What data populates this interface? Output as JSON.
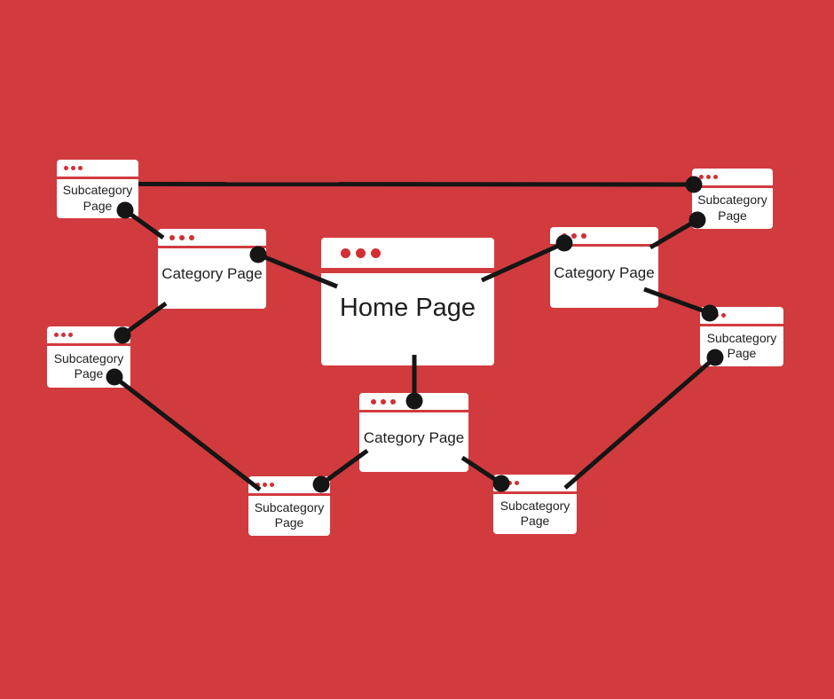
{
  "diagram": {
    "title": "Website sitemap diagram",
    "background_color": "#d13b3e",
    "box_color": "#ffffff",
    "window_dot_color": "#d22f34",
    "edge_color": "#151515",
    "text_color": "#1e1e1e"
  },
  "nodes": [
    {
      "id": "sub-top-left",
      "label": "Subcategory Page"
    },
    {
      "id": "cat-left",
      "label": "Category Page"
    },
    {
      "id": "home",
      "label": "Home Page"
    },
    {
      "id": "cat-right",
      "label": "Category Page"
    },
    {
      "id": "sub-top-right",
      "label": "Subcategory Page"
    },
    {
      "id": "sub-left",
      "label": "Subcategory Page"
    },
    {
      "id": "sub-right",
      "label": "Subcategory Page"
    },
    {
      "id": "cat-bottom",
      "label": "Category Page"
    },
    {
      "id": "sub-bottom-left",
      "label": "Subcategory Page"
    },
    {
      "id": "sub-bottom-right",
      "label": "Subcategory Page"
    }
  ],
  "connections": [
    {
      "from": "sub-top-left",
      "to": "sub-top-right"
    },
    {
      "from": "sub-top-left",
      "to": "cat-left"
    },
    {
      "from": "cat-left",
      "to": "home"
    },
    {
      "from": "cat-right",
      "to": "home"
    },
    {
      "from": "cat-right",
      "to": "sub-top-right"
    },
    {
      "from": "cat-right",
      "to": "sub-right"
    },
    {
      "from": "sub-right",
      "to": "sub-bottom-right"
    },
    {
      "from": "home",
      "to": "cat-bottom"
    },
    {
      "from": "cat-bottom",
      "to": "sub-bottom-left"
    },
    {
      "from": "cat-bottom",
      "to": "sub-bottom-right"
    },
    {
      "from": "sub-left",
      "to": "cat-left"
    },
    {
      "from": "sub-left",
      "to": "sub-bottom-left"
    }
  ]
}
